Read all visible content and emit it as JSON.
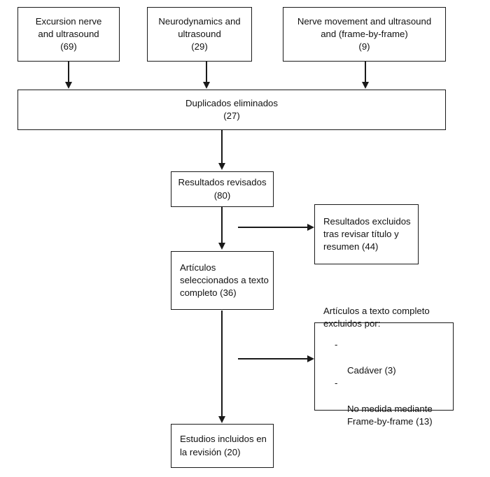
{
  "diagram": {
    "title": "PRISMA study selection flow diagram",
    "language": "es",
    "stroke_color": "#1a1a1a",
    "background_color": "#ffffff"
  },
  "sources": [
    {
      "id": "source-excursion",
      "lines": [
        "Excursion nerve",
        "and ultrasound",
        "(69)"
      ],
      "count": "69"
    },
    {
      "id": "source-neurodynamics",
      "lines": [
        "Neurodynamics and",
        "ultrasound",
        "(29)"
      ],
      "count": "29"
    },
    {
      "id": "source-nerve-movement",
      "lines": [
        "Nerve movement and ultrasound",
        "and (frame-by-frame)",
        "(9)"
      ],
      "count": "9"
    }
  ],
  "duplicates": {
    "id": "duplicates-removed",
    "lines": [
      "Duplicados eliminados",
      "(27)"
    ],
    "count": "27"
  },
  "screened": {
    "id": "records-screened",
    "lines": [
      "Resultados revisados",
      "(80)"
    ],
    "count": "80"
  },
  "screening_excluded": {
    "id": "records-excluded",
    "lines": [
      "Resultados excluidos",
      "tras revisar título y",
      "resumen (44)"
    ],
    "count": "44"
  },
  "fulltext_selected": {
    "id": "fulltext-assessed",
    "lines": [
      "Artículos",
      "seleccionados a texto",
      "completo (36)"
    ],
    "count": "36"
  },
  "fulltext_excluded": {
    "id": "fulltext-excluded",
    "heading": [
      "Artículos a texto completo",
      "excluidos por:"
    ],
    "dash": "-",
    "reasons": [
      {
        "label": "Cadáver (3)",
        "count": "3"
      },
      {
        "label": "No medida mediante\nFrame-by-frame (13)",
        "count": "13"
      }
    ]
  },
  "included": {
    "id": "studies-included",
    "lines": [
      "Estudios incluidos en",
      "la revisión (20)"
    ],
    "count": "20"
  }
}
